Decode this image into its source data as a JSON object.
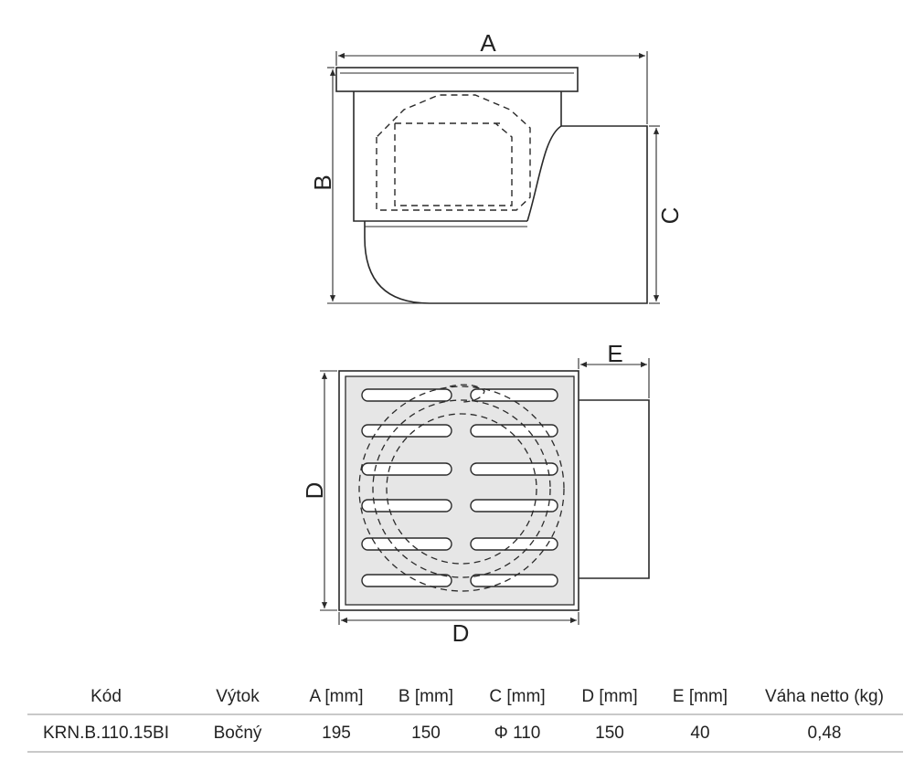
{
  "drawing": {
    "side_view_labels": {
      "a": "A",
      "b": "B",
      "c": "C"
    },
    "top_view_labels": {
      "d_vertical": "D",
      "d_horizontal": "D",
      "e": "E"
    }
  },
  "table": {
    "headers": [
      "Kód",
      "Výtok",
      "A [mm]",
      "B [mm]",
      "C [mm]",
      "D [mm]",
      "E [mm]",
      "Váha netto  (kg)"
    ],
    "rows": [
      [
        "KRN.B.110.15BI",
        "Bočný",
        "195",
        "150",
        "Φ 110",
        "150",
        "40",
        "0,48"
      ]
    ]
  },
  "colors": {
    "line": "#2a2a2a",
    "grate_fill": "#e6e6e6",
    "rule": "#c9c9c9"
  }
}
